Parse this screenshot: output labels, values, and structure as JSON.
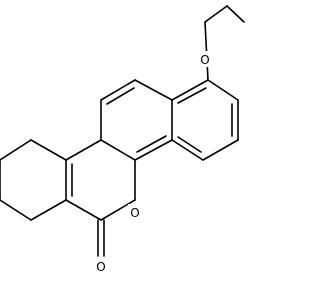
{
  "molecule": {
    "atoms": {
      "ether_oxygen": "O",
      "ring_oxygen": "O",
      "carbonyl_oxygen": "O"
    },
    "colors": {
      "bond": "#000000",
      "background": "#ffffff"
    }
  }
}
